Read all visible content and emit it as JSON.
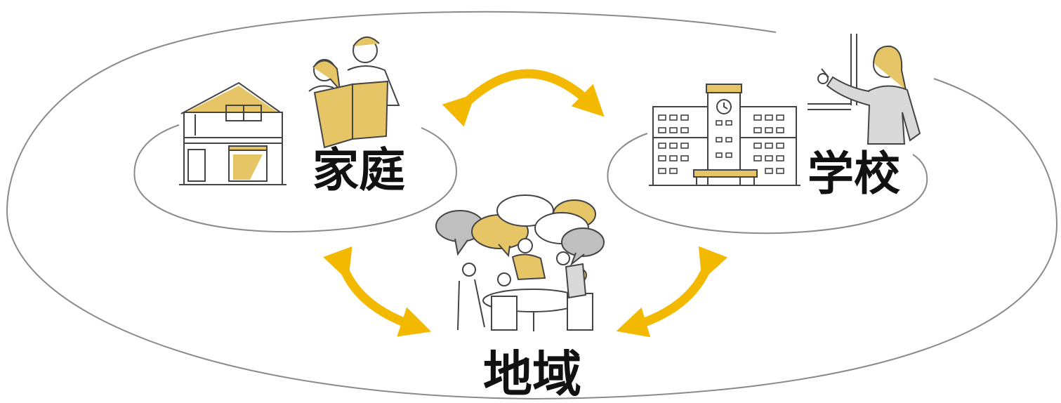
{
  "nodes": {
    "home": {
      "label": "家庭"
    },
    "school": {
      "label": "学校"
    },
    "community": {
      "label": "地域"
    }
  },
  "colors": {
    "outline": "#8a8a8a",
    "accent": "#f3b800",
    "illustration_fill": "#e6c567",
    "line": "#444444",
    "bubble_gray": "#bfbfbf"
  },
  "icons": [
    "house-icon",
    "parent-child-reading-icon",
    "school-building-icon",
    "teacher-icon",
    "community-meeting-icon"
  ]
}
